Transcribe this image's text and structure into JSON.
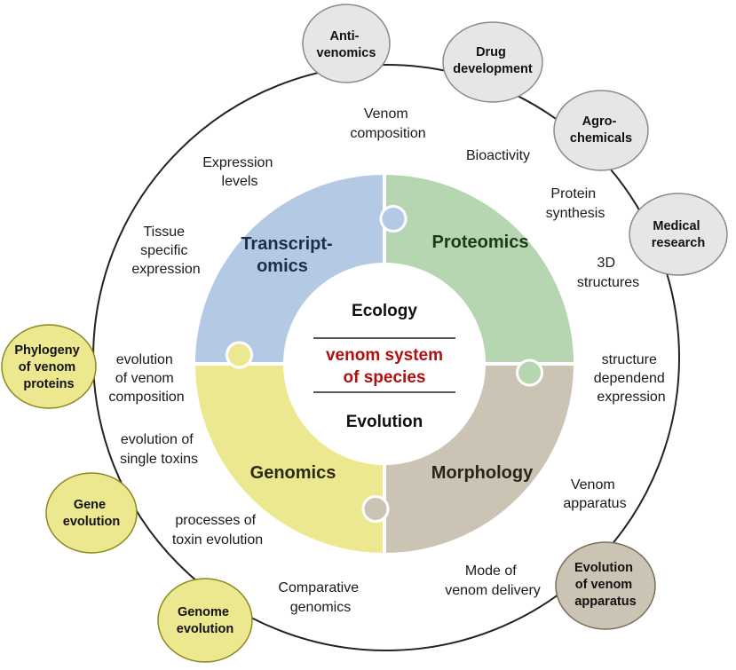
{
  "center": {
    "top": "Ecology",
    "middle_line1": "venom system",
    "middle_line2": "of species",
    "bottom": "Evolution"
  },
  "quadrants": {
    "transcriptomics": {
      "line1": "Transcript-",
      "line2": "omics",
      "color": "#b3c9e4",
      "text_color": "#1f2d4d"
    },
    "proteomics": {
      "line1": "Proteomics",
      "color": "#b6d5b1",
      "text_color": "#1a3a1a"
    },
    "genomics": {
      "line1": "Genomics",
      "color": "#ece88f",
      "text_color": "#2a2a10"
    },
    "morphology": {
      "line1": "Morphology",
      "color": "#cbc3b3",
      "text_color": "#2a2418"
    }
  },
  "ring_labels": [
    {
      "lines": [
        "Venom",
        "composition"
      ]
    },
    {
      "lines": [
        "Bioactivity"
      ]
    },
    {
      "lines": [
        "Protein",
        "synthesis"
      ]
    },
    {
      "lines": [
        "3D",
        "structures"
      ]
    },
    {
      "lines": [
        "structure",
        "dependend",
        "expression"
      ]
    },
    {
      "lines": [
        "Venom",
        "apparatus"
      ]
    },
    {
      "lines": [
        "Mode of",
        "venom delivery"
      ]
    },
    {
      "lines": [
        "Comparative",
        "genomics"
      ]
    },
    {
      "lines": [
        "processes of",
        "toxin evolution"
      ]
    },
    {
      "lines": [
        "evolution of",
        "single toxins"
      ]
    },
    {
      "lines": [
        "evolution",
        "of venom",
        "composition"
      ]
    },
    {
      "lines": [
        "Tissue",
        "specific",
        "expression"
      ]
    },
    {
      "lines": [
        "Expression",
        "levels"
      ]
    }
  ],
  "bubbles": [
    {
      "name": "anti-venomics",
      "lines": [
        "Anti-",
        "venomics"
      ],
      "fill": "#e6e6e6",
      "stroke": "#8a8a8a"
    },
    {
      "name": "drug-development",
      "lines": [
        "Drug",
        "development"
      ],
      "fill": "#e6e6e6",
      "stroke": "#8a8a8a"
    },
    {
      "name": "agro-chemicals",
      "lines": [
        "Agro-",
        "chemicals"
      ],
      "fill": "#e6e6e6",
      "stroke": "#8a8a8a"
    },
    {
      "name": "medical-research",
      "lines": [
        "Medical",
        "research"
      ],
      "fill": "#e6e6e6",
      "stroke": "#8a8a8a"
    },
    {
      "name": "phylogeny",
      "lines": [
        "Phylogeny",
        "of venom",
        "proteins"
      ],
      "fill": "#ece88f",
      "stroke": "#8a8a20"
    },
    {
      "name": "gene-evolution",
      "lines": [
        "Gene",
        "evolution"
      ],
      "fill": "#ece88f",
      "stroke": "#8a8a20"
    },
    {
      "name": "genome-evolution",
      "lines": [
        "Genome",
        "evolution"
      ],
      "fill": "#ece88f",
      "stroke": "#8a8a20"
    },
    {
      "name": "venom-apparatus-evolution",
      "lines": [
        "Evolution",
        "of venom",
        "apparatus"
      ],
      "fill": "#cbc3b3",
      "stroke": "#7a6e58"
    }
  ]
}
